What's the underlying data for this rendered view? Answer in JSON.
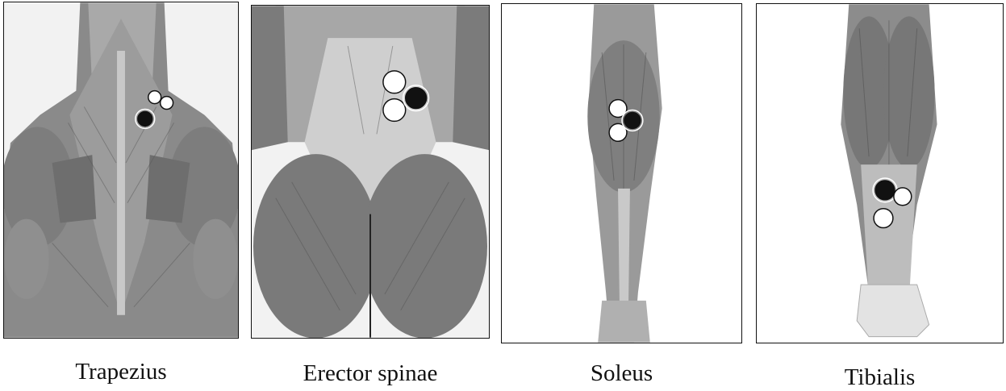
{
  "figure": {
    "panels": [
      {
        "label": "Trapezius",
        "region": "upper back and shoulders",
        "electrodes": "trapezius"
      },
      {
        "label": "Erector spinae",
        "region": "lower back and gluteals",
        "electrodes": "erector spinae"
      },
      {
        "label": "Soleus",
        "region": "calf (posterior lower leg)",
        "electrodes": "soleus"
      },
      {
        "label": "Tibialis",
        "region": "lower leg and heel",
        "electrodes": "tibialis"
      }
    ]
  }
}
